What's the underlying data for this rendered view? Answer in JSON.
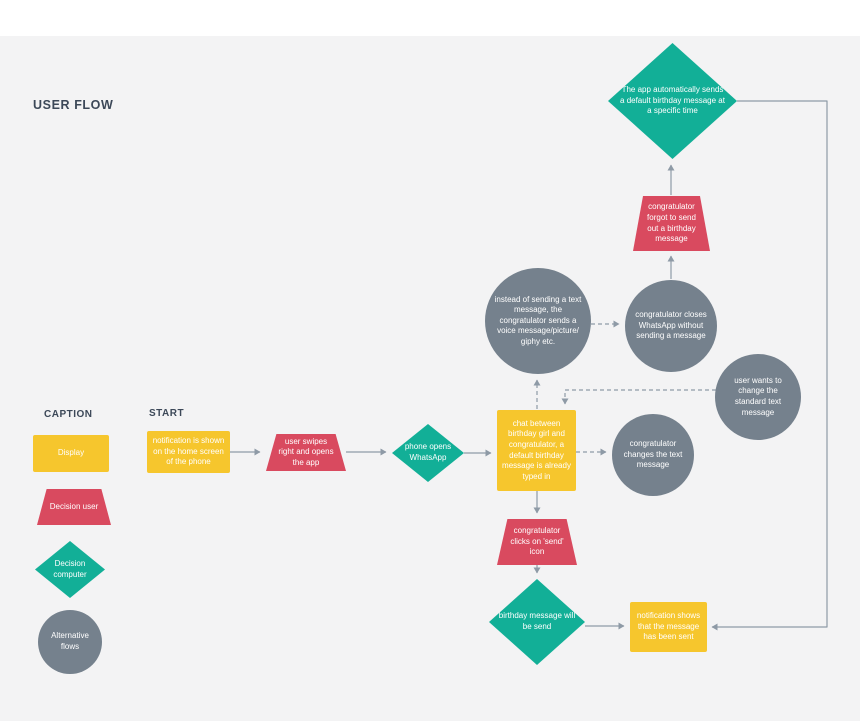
{
  "page": {
    "title": "USER FLOW"
  },
  "legend": {
    "heading": "CAPTION",
    "items": [
      {
        "label": "Display",
        "shape": "rectangle",
        "color": "#F6C62D"
      },
      {
        "label": "Decision user",
        "shape": "trapezoid",
        "color": "#D94A5F"
      },
      {
        "label": "Decision computer",
        "shape": "diamond",
        "color": "#12AF97"
      },
      {
        "label": "Alternative flows",
        "shape": "circle",
        "color": "#75818D"
      }
    ]
  },
  "flow": {
    "start_label": "START",
    "nodes": [
      {
        "label": "notification is shown on the home screen of the phone",
        "type": "display"
      },
      {
        "label": "user swipes right and opens the app",
        "type": "decision-user"
      },
      {
        "label": "phone opens WhatsApp",
        "type": "decision-computer"
      },
      {
        "label": "chat between birthday girl and congratulator, a default birthday message is already typed in",
        "type": "display"
      },
      {
        "label": "instead of sending a text message, the congratulator sends a voice message/picture/ giphy etc.",
        "type": "alternative-flow"
      },
      {
        "label": "congratulator closes WhatsApp without sending a message",
        "type": "alternative-flow"
      },
      {
        "label": "congratulator forgot to send out a birthday message",
        "type": "decision-user"
      },
      {
        "label": "The app automatically sends a default birthday message at a specific time",
        "type": "decision-computer"
      },
      {
        "label": "user wants to change the standard text message",
        "type": "alternative-flow"
      },
      {
        "label": "congratulator changes the text message",
        "type": "alternative-flow"
      },
      {
        "label": "congratulator clicks on 'send' icon",
        "type": "decision-user"
      },
      {
        "label": "birthday message will be send",
        "type": "decision-computer"
      },
      {
        "label": "notification shows that the message has been sent",
        "type": "display"
      }
    ],
    "edges": [
      {
        "from": 0,
        "to": 1,
        "style": "solid"
      },
      {
        "from": 1,
        "to": 2,
        "style": "solid"
      },
      {
        "from": 2,
        "to": 3,
        "style": "solid"
      },
      {
        "from": 3,
        "to": 4,
        "style": "dashed"
      },
      {
        "from": 4,
        "to": 5,
        "style": "dashed"
      },
      {
        "from": 5,
        "to": 6,
        "style": "solid"
      },
      {
        "from": 6,
        "to": 7,
        "style": "solid"
      },
      {
        "from": 7,
        "to": 12,
        "style": "solid"
      },
      {
        "from": 3,
        "to": 9,
        "style": "dashed"
      },
      {
        "from": 8,
        "to": 3,
        "style": "dashed"
      },
      {
        "from": 3,
        "to": 10,
        "style": "solid"
      },
      {
        "from": 10,
        "to": 11,
        "style": "solid"
      },
      {
        "from": 11,
        "to": 12,
        "style": "solid"
      }
    ]
  },
  "colors": {
    "display": "#F6C62D",
    "decision_user": "#D94A5F",
    "decision_computer": "#12AF97",
    "alternative_flows": "#75818D",
    "connector": "#8E9AA6",
    "heading": "#3C4858",
    "background": "#F3F3F4",
    "topbar": "#FFFFFF"
  }
}
